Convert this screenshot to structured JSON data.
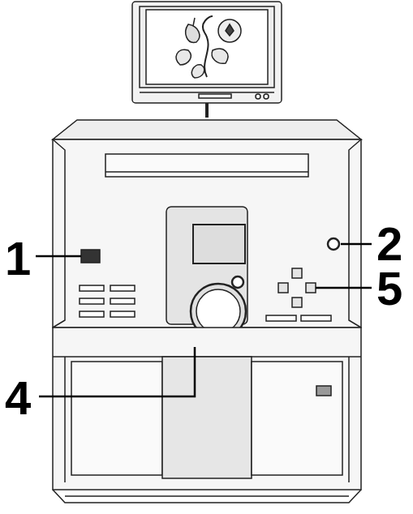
{
  "diagram": {
    "labels": [
      "1",
      "2",
      "4",
      "5"
    ]
  }
}
